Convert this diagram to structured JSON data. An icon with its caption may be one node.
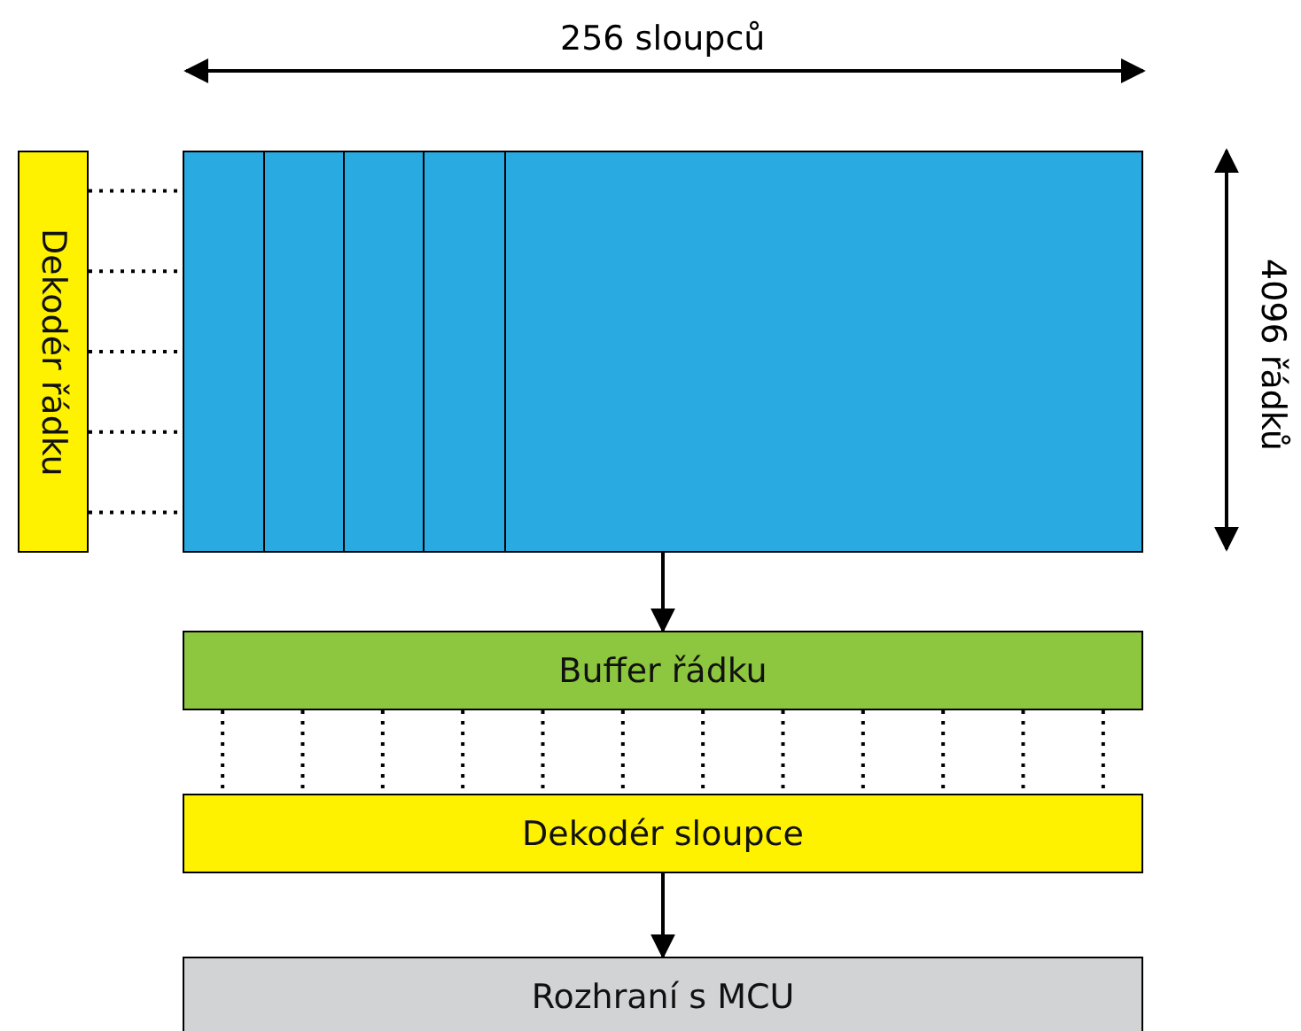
{
  "diagram": {
    "nodes": [
      {
        "text": [
          "Dekodér řádku"
        ]
      },
      {
        "text": [],
        "shape": "box"
      },
      {
        "text": [
          "Buffer řádku"
        ]
      },
      {
        "text": [
          "Dekodér sloupce"
        ]
      },
      {
        "text": [
          "Rozhraní s MCU"
        ]
      }
    ],
    "edges": [
      {
        "from": 0,
        "to": 1,
        "arrow": "none",
        "style": "dashed"
      },
      {
        "from": 0,
        "to": 1,
        "arrow": "none",
        "style": "dashed"
      },
      {
        "from": 0,
        "to": 1,
        "arrow": "none",
        "style": "dashed"
      },
      {
        "from": 0,
        "to": 1,
        "arrow": "none",
        "style": "dashed"
      },
      {
        "from": 0,
        "to": 1,
        "arrow": "none",
        "style": "dashed"
      },
      {
        "from": 1,
        "to": 2,
        "arrow": "to"
      },
      {
        "from": 2,
        "to": 3,
        "arrow": "none",
        "style": "dashed"
      },
      {
        "from": 2,
        "to": 3,
        "arrow": "none",
        "style": "dashed"
      },
      {
        "from": 2,
        "to": 3,
        "arrow": "none",
        "style": "dashed"
      },
      {
        "from": 2,
        "to": 3,
        "arrow": "none",
        "style": "dashed"
      },
      {
        "from": 2,
        "to": 3,
        "arrow": "none",
        "style": "dashed"
      },
      {
        "from": 2,
        "to": 3,
        "arrow": "none",
        "style": "dashed"
      },
      {
        "from": 2,
        "to": 3,
        "arrow": "none",
        "style": "dashed"
      },
      {
        "from": 2,
        "to": 3,
        "arrow": "none",
        "style": "dashed"
      },
      {
        "from": 2,
        "to": 3,
        "arrow": "none",
        "style": "dashed"
      },
      {
        "from": 2,
        "to": 3,
        "arrow": "none",
        "style": "dashed"
      },
      {
        "from": 2,
        "to": 3,
        "arrow": "none",
        "style": "dashed"
      },
      {
        "from": 2,
        "to": 3,
        "arrow": "none",
        "style": "dashed"
      },
      {
        "from": 3,
        "to": 4,
        "arrow": "to"
      }
    ],
    "labels": [
      "256 sloupců",
      "4096 řádků"
    ]
  }
}
